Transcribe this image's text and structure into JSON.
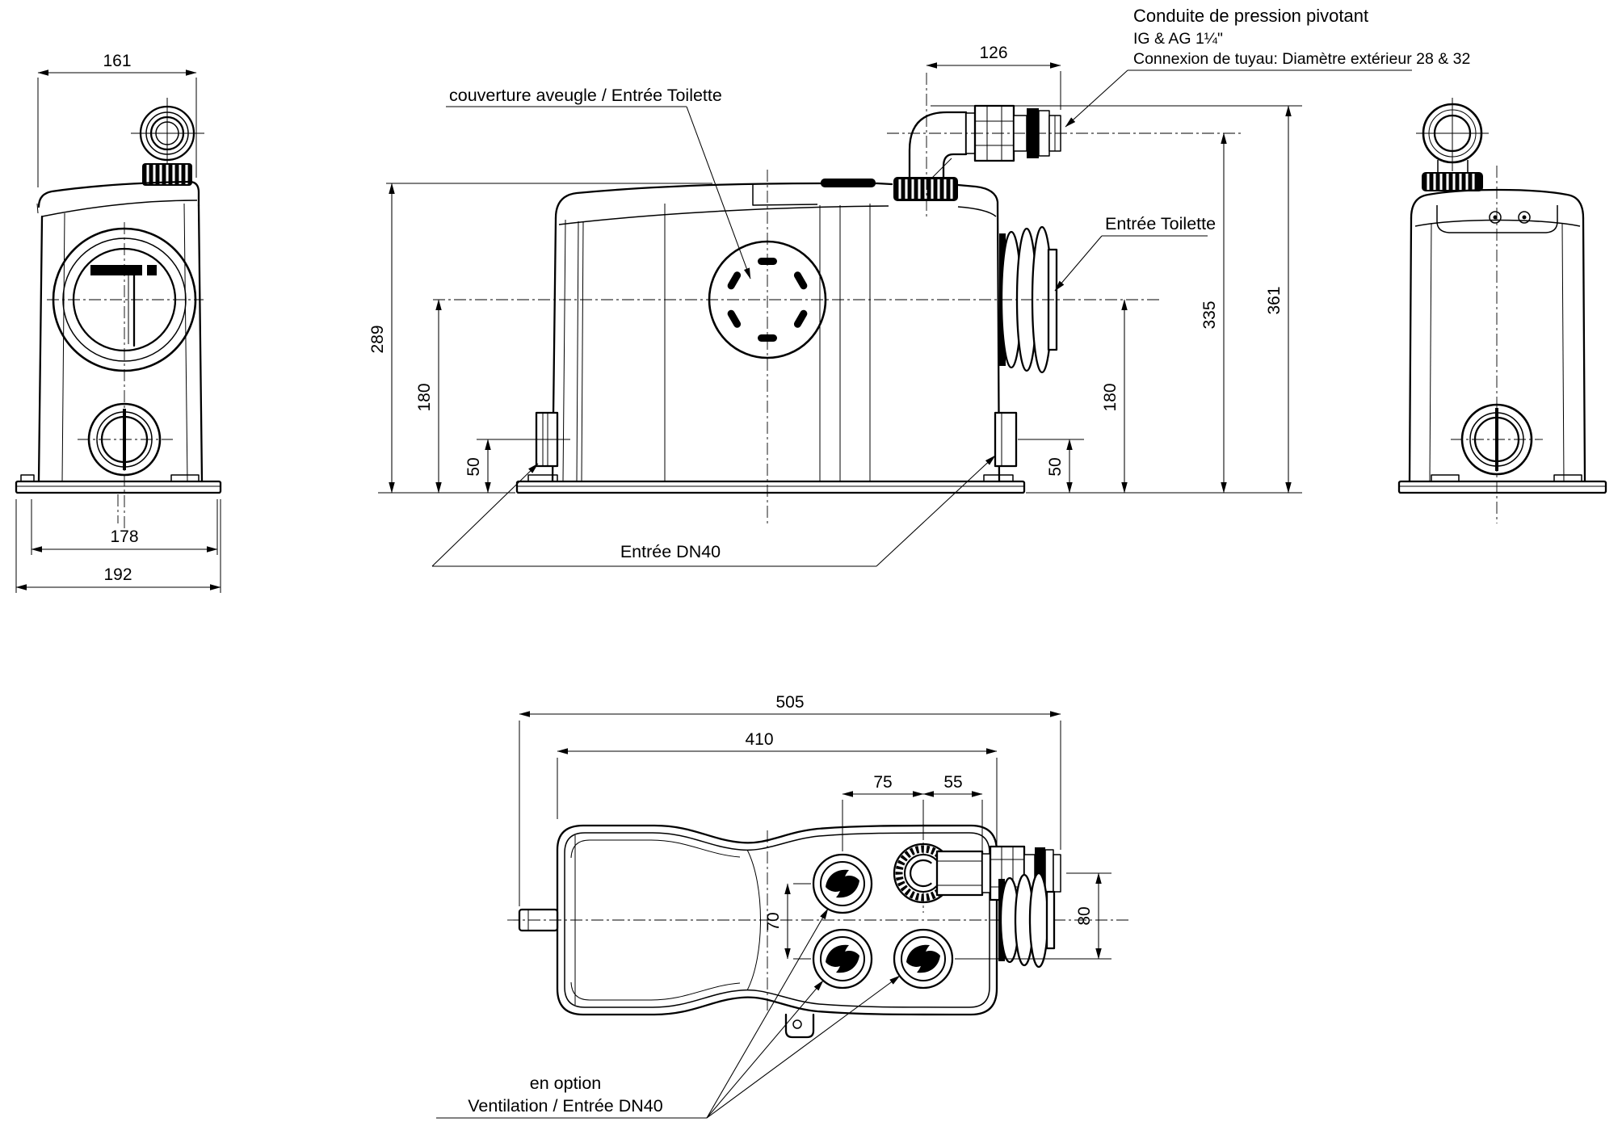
{
  "labels": {
    "pressure_note1": "Conduite de pression pivotant",
    "pressure_note2": "IG & AG 1¼\"",
    "pressure_note3": "Connexion de tuyau: Diamètre extérieur 28 & 32",
    "blind_cover": "couverture aveugle / Entrée Toilette",
    "toilet_inlet": "Entrée Toilette",
    "dn40_inlet": "Entrée DN40",
    "option_line1": "en option",
    "option_line2": "Ventilation / Entrée DN40"
  },
  "dims": {
    "front": {
      "width_top": "161",
      "width_base": "178",
      "width_base_plate": "192"
    },
    "side": {
      "outlet_horizontal": "126",
      "body_height": "289",
      "toilet_inlet_height_left": "180",
      "dn40_height_left": "50",
      "dn40_height_right": "50",
      "toilet_inlet_height_right": "180",
      "outlet_height": "335",
      "total_height": "361"
    },
    "plan": {
      "total_length": "505",
      "body_length": "410",
      "port_pitch": "75",
      "outlet_offset": "55",
      "port_row_pitch": "70",
      "outlet_row_offset": "80"
    }
  }
}
